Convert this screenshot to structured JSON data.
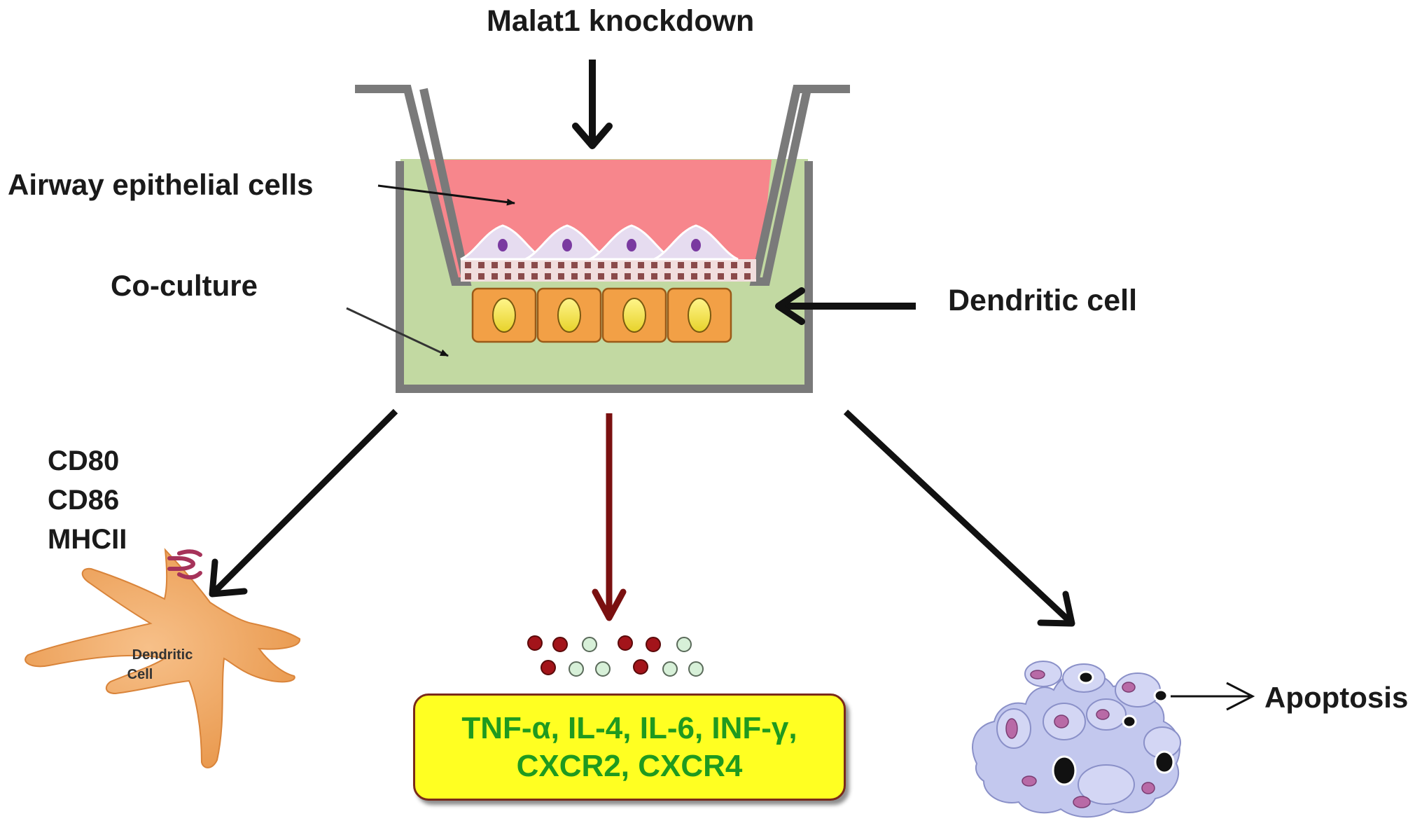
{
  "labels": {
    "malat1": "Malat1 knockdown",
    "airway": "Airway epithelial cells",
    "coculture": "Co-culture",
    "dendritic_cell": "Dendritic cell",
    "markers": [
      "CD80",
      "CD86",
      "MHCII"
    ],
    "dc_icon_text": [
      "Dendritic",
      "Cell"
    ],
    "cytokines": [
      "TNF-α, IL-4, IL-6, INF-γ,",
      "CXCR2, CXCR4"
    ],
    "apoptosis": "Apoptosis"
  },
  "colors": {
    "medium_green": "#c2d9a2",
    "insert_pink": "#f7868c",
    "well_gray": "#7a7a7a",
    "dc_orange": "#f2a046",
    "nucleus_yellow": "#f2ea3a",
    "center_arrow": "#7a1010",
    "dot_red": "#a3141a",
    "dot_green": "#d7f0d8",
    "star_cell": "#f2b071",
    "receptor": "#a6335a",
    "apoptotic_blue": "#c3c8ee",
    "cyto_text": "#1f9a1f"
  }
}
